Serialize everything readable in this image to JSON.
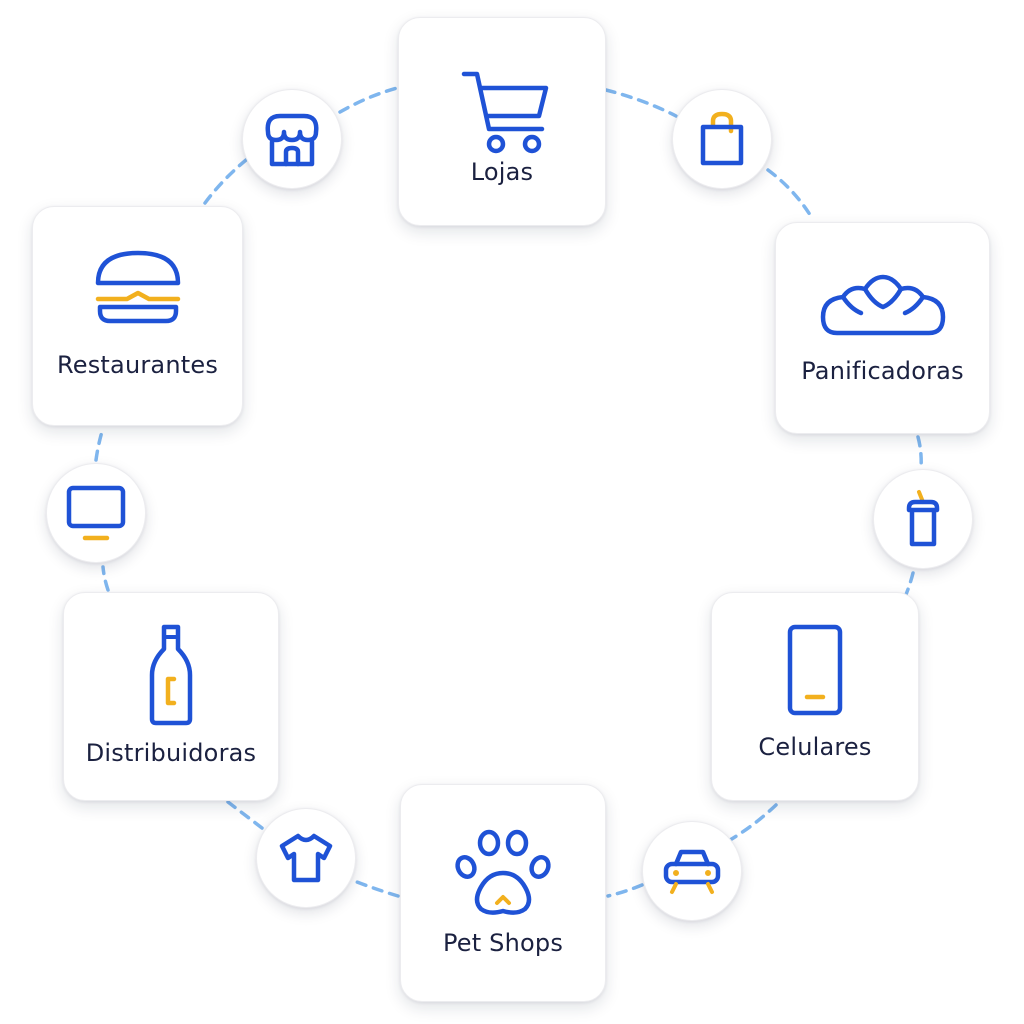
{
  "colors": {
    "accent_blue": "#1f52d6",
    "accent_yellow": "#f2b01e",
    "connector": "#7fb6ee",
    "label_text": "#1b2140"
  },
  "cards": [
    {
      "label": "Lojas",
      "icon": "shopping-cart-icon"
    },
    {
      "label": "Panificadoras",
      "icon": "bread-icon"
    },
    {
      "label": "Celulares",
      "icon": "smartphone-icon"
    },
    {
      "label": "Pet Shops",
      "icon": "paw-icon"
    },
    {
      "label": "Distribuidoras",
      "icon": "bottle-icon"
    },
    {
      "label": "Restaurantes",
      "icon": "burger-icon"
    }
  ],
  "bubbles": [
    {
      "icon": "shopping-bag-icon"
    },
    {
      "icon": "cup-icon"
    },
    {
      "icon": "car-icon"
    },
    {
      "icon": "t-shirt-icon"
    },
    {
      "icon": "monitor-icon"
    },
    {
      "icon": "storefront-icon"
    }
  ]
}
